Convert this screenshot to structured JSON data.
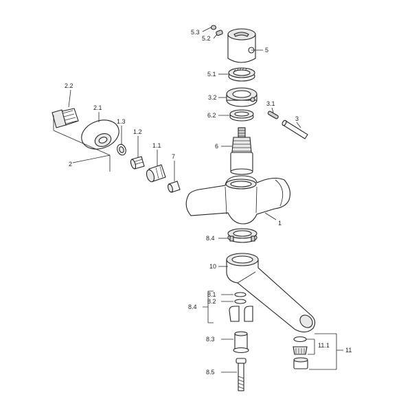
{
  "labels": {
    "p1": "1",
    "p2": "2",
    "p2_1": "2.1",
    "p2_2": "2.2",
    "p1_1": "1.1",
    "p1_2": "1.2",
    "p1_3": "1.3",
    "p3": "3",
    "p3_1": "3.1",
    "p3_2": "3.2",
    "p5": "5",
    "p5_1": "5.1",
    "p5_2": "5.2",
    "p5_3": "5.3",
    "p6": "6",
    "p6_2": "6.2",
    "p7": "7",
    "p8_1": "8.1",
    "p8_2": "8.2",
    "p8_3": "8.3",
    "p8_4a": "8.4",
    "p8_4b": "8.4",
    "p8_5": "8.5",
    "p10": "10",
    "p11": "11",
    "p11_1": "11.1"
  }
}
